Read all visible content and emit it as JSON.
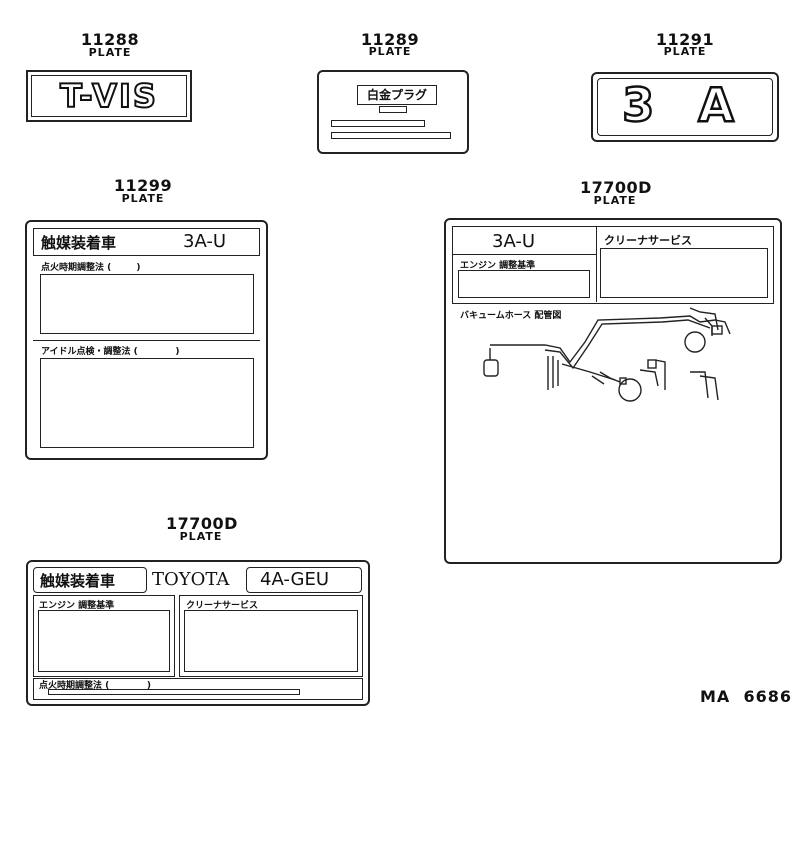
{
  "parts": {
    "p1": {
      "number": "11288",
      "label": "PLATE",
      "text": "T-VIS"
    },
    "p2": {
      "number": "11289",
      "label": "PLATE",
      "text": "白金プラグ"
    },
    "p3": {
      "number": "11291",
      "label": "PLATE",
      "text": "3 A"
    },
    "p4": {
      "number": "11299",
      "label": "PLATE",
      "header": "触媒装着車",
      "engine": "3A-U",
      "section1": "点火時期調整法 (        )",
      "section2": "アイドル点検・調整法 (            )"
    },
    "p5": {
      "number": "17700D",
      "label": "PLATE",
      "engine": "3A-U",
      "service": "クリーナサービス",
      "std": "エンジン 調整基準",
      "vac": "バキュームホース 配管図"
    },
    "p6": {
      "number": "17700D",
      "label": "PLATE",
      "header": "触媒装着車",
      "brand": "TOYOTA",
      "engine": "4A-GEU",
      "std": "エンジン 調整基準",
      "service": "クリーナサービス",
      "timing": "点火時期調整法 (            )"
    }
  },
  "footer": {
    "code": "MA  6686"
  }
}
